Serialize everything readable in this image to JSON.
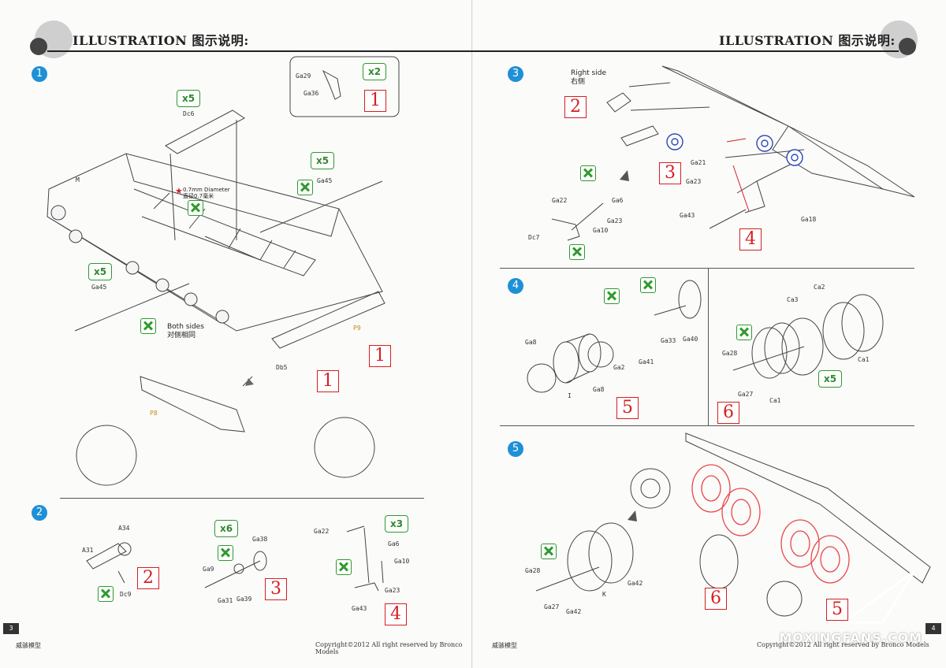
{
  "header": {
    "title": "ILLUSTRATION 图示说明:"
  },
  "left_page": {
    "page_number": "3",
    "footer_left": "威骇模型",
    "footer_right": "Copyright©2012 All right reserved by Bronco Models",
    "step1": {
      "number": "1",
      "qty_dc6": "x5",
      "label_dc6": "Dc6",
      "qty_ga45_top": "x5",
      "label_ga45_top": "Ga45",
      "qty_ga45_left": "x5",
      "label_ga45_left": "Ga45",
      "qty_inset": "x2",
      "label_ga29": "Ga29",
      "label_ga36": "Ga36",
      "ref_inset": "1",
      "label_m": "M",
      "note_diameter_en": "0.7mm Diameter",
      "note_diameter_cn": "直径0.7毫米",
      "note_both_sides_en": "Both sides",
      "note_both_sides_cn": "对侧相同",
      "label_p9": "P9",
      "label_p8": "P8",
      "label_db5": "Db5",
      "ref_a": "1",
      "ref_b": "1"
    },
    "step2": {
      "number": "2",
      "a": {
        "label_a34": "A34",
        "label_a31": "A31",
        "label_dc9": "Dc9",
        "ref": "2"
      },
      "b": {
        "qty": "x6",
        "label_ga38": "Ga38",
        "label_ga9": "Ga9",
        "label_ga31": "Ga31",
        "label_ga39": "Ga39",
        "ref": "3"
      },
      "c": {
        "qty": "x3",
        "label_ga22": "Ga22",
        "label_ga6": "Ga6",
        "label_ga10": "Ga10",
        "label_ga23": "Ga23",
        "label_ga43": "Ga43",
        "ref": "4"
      }
    }
  },
  "right_page": {
    "page_number": "4",
    "footer_left": "威骇模型",
    "footer_right": "Copyright©2012 All right reserved by Bronco Models",
    "step3": {
      "number": "3",
      "note_side_en": "Right side",
      "note_side_cn": "右侧",
      "ref_2": "2",
      "ref_3": "3",
      "ref_4": "4",
      "labels": {
        "ga21": "Ga21",
        "ga23": "Ga23",
        "ga43": "Ga43",
        "ga18": "Ga18",
        "ga22": "Ga22",
        "ga6": "Ga6",
        "ga23b": "Ga23",
        "ga10": "Ga10",
        "dc7": "Dc7"
      }
    },
    "step4": {
      "number": "4",
      "labels": {
        "ga8": "Ga8",
        "i": "I",
        "ga8b": "Ga8",
        "ga2": "Ga2",
        "ga41": "Ga41",
        "ga33": "Ga33",
        "ga40": "Ga40"
      },
      "ref": "5"
    },
    "step4b": {
      "labels": {
        "ca2": "Ca2",
        "ca3": "Ca3",
        "ga28": "Ga28",
        "ga27": "Ga27",
        "ca1a": "Ca1",
        "ca1b": "Ca1"
      },
      "qty": "x5",
      "ref": "6"
    },
    "step5": {
      "number": "5",
      "labels": {
        "ga28": "Ga28",
        "ga27": "Ga27",
        "ga42a": "Ga42",
        "k": "K",
        "ga42b": "Ga42"
      },
      "ref_6": "6",
      "ref_5": "5"
    },
    "watermark": "MOXINGFANS.COM"
  }
}
